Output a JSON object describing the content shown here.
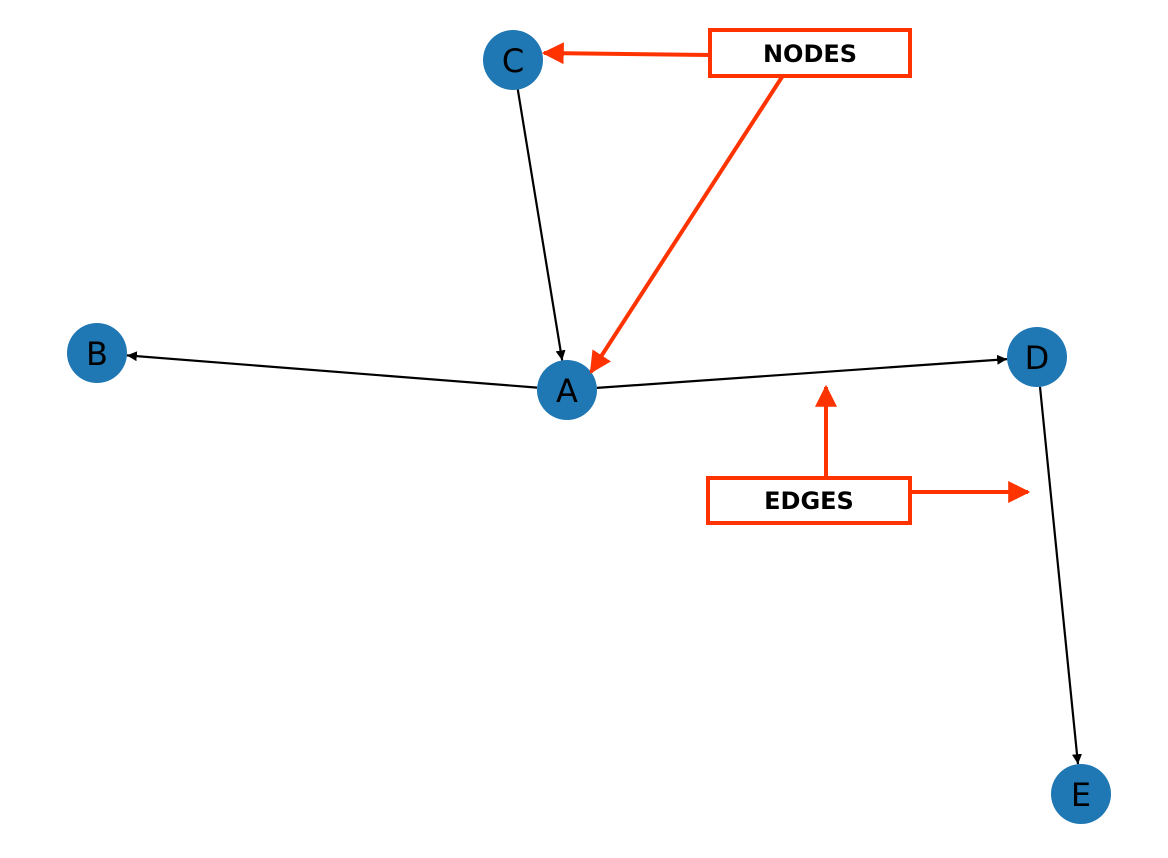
{
  "graph": {
    "nodes": [
      {
        "id": "A",
        "label": "A"
      },
      {
        "id": "B",
        "label": "B"
      },
      {
        "id": "C",
        "label": "C"
      },
      {
        "id": "D",
        "label": "D"
      },
      {
        "id": "E",
        "label": "E"
      }
    ],
    "edges": [
      {
        "from": "C",
        "to": "A"
      },
      {
        "from": "A",
        "to": "B"
      },
      {
        "from": "A",
        "to": "D"
      },
      {
        "from": "D",
        "to": "E"
      }
    ]
  },
  "annotations": {
    "nodes_label": "NODES",
    "edges_label": "EDGES"
  },
  "colors": {
    "node_fill": "#1f77b4",
    "edge": "#000000",
    "annotation": "#ff3300"
  }
}
